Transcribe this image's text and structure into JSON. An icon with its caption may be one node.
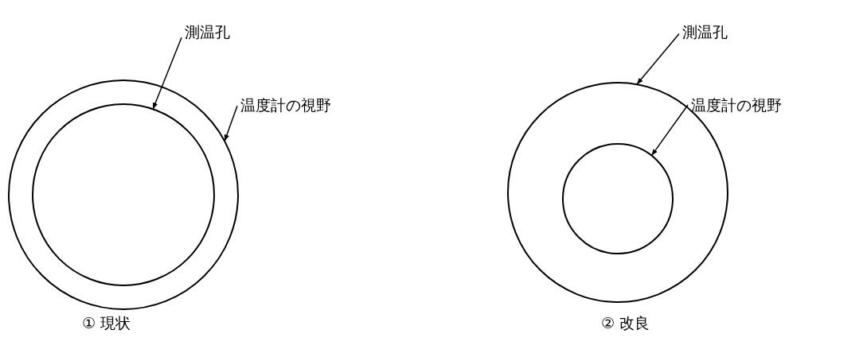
{
  "diagram": {
    "nodes": [
      {
        "text": [],
        "shape": "circle"
      },
      {
        "text": [],
        "shape": "circle",
        "in": 0
      },
      {
        "text": [],
        "shape": "circle"
      },
      {
        "text": [],
        "shape": "circle",
        "in": 2
      },
      {
        "text": [
          "測温孔"
        ]
      },
      {
        "text": [
          "温度計の視野"
        ]
      },
      {
        "text": [
          "測温孔"
        ]
      },
      {
        "text": [
          "温度計の視野"
        ]
      }
    ],
    "edges": [
      {
        "from": 4,
        "to": 1,
        "arrow": "to"
      },
      {
        "from": 5,
        "to": 0,
        "arrow": "to"
      },
      {
        "from": 6,
        "to": 2,
        "arrow": "to"
      },
      {
        "from": 7,
        "to": 3,
        "arrow": "to"
      }
    ],
    "labels": [
      "① 現状",
      "② 改良"
    ]
  }
}
